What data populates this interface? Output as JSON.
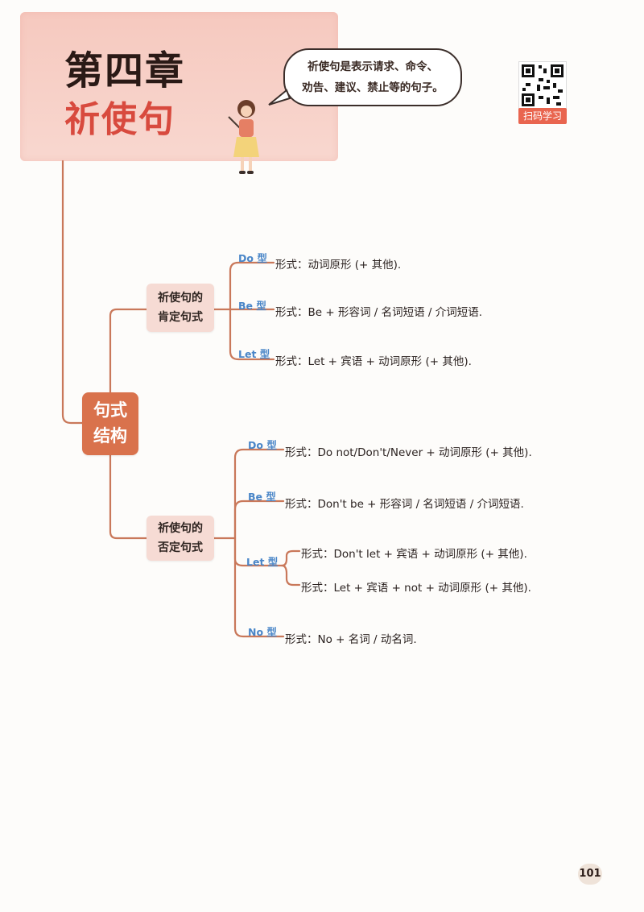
{
  "header": {
    "chapter_num": "第四章",
    "chapter_title": "祈使句",
    "bubble_lines": [
      "祈使句是表示请求、命令、",
      "劝告、建议、禁止等的句子。"
    ],
    "qr_label": "扫码学习"
  },
  "mindmap": {
    "root": [
      "句式",
      "结构"
    ],
    "positive": {
      "label": [
        "祈使句的",
        "肯定句式"
      ],
      "branches": [
        {
          "type": "Do 型",
          "form": "形式：动词原形 (+ 其他)."
        },
        {
          "type": "Be 型",
          "form": "形式：Be + 形容词 / 名词短语 / 介词短语."
        },
        {
          "type": "Let 型",
          "form": "形式：Let + 宾语 + 动词原形 (+ 其他)."
        }
      ]
    },
    "negative": {
      "label": [
        "祈使句的",
        "否定句式"
      ],
      "branches": [
        {
          "type": "Do 型",
          "form": "形式：Do not/Don't/Never + 动词原形 (+ 其他)."
        },
        {
          "type": "Be 型",
          "form": "形式：Don't be + 形容词 / 名词短语 / 介词短语."
        },
        {
          "type": "Let 型",
          "forms": [
            "形式：Don't let + 宾语 + 动词原形 (+ 其他).",
            "形式：Let + 宾语 + not + 动词原形 (+ 其他)."
          ]
        },
        {
          "type": "No 型",
          "form": "形式：No + 名词 / 动名词."
        }
      ]
    }
  },
  "colors": {
    "connector": "#c9785a",
    "type_label": "#4a86c8",
    "title_red": "#d84a3e",
    "root_box": "#d9724c",
    "sub_box": "#f6dbd4"
  },
  "page": {
    "number": "101"
  }
}
